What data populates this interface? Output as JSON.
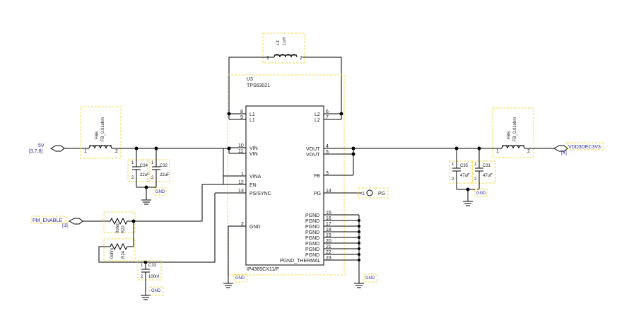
{
  "ic": {
    "refdes": "U3",
    "part": "TPS63021",
    "footprint": "IP4365CX11/P",
    "left_pins": [
      {
        "num": "8",
        "name": "L1"
      },
      {
        "num": "9",
        "name": "L1"
      },
      {
        "num": "10",
        "name": "VIN"
      },
      {
        "num": "11",
        "name": "VIN"
      },
      {
        "num": "1",
        "name": "VINA"
      },
      {
        "num": "12",
        "name": "EN"
      },
      {
        "num": "13",
        "name": "PS/SYNC"
      },
      {
        "num": "2",
        "name": "GND"
      }
    ],
    "right_pins": [
      {
        "num": "6",
        "name": "L2"
      },
      {
        "num": "7",
        "name": "L2"
      },
      {
        "num": "4",
        "name": "VOUT"
      },
      {
        "num": "5",
        "name": "VOUT"
      },
      {
        "num": "3",
        "name": "FB"
      },
      {
        "num": "14",
        "name": "PG"
      },
      {
        "num": "15",
        "name": "PGND"
      },
      {
        "num": "16",
        "name": "PGND"
      },
      {
        "num": "17",
        "name": "PGND"
      },
      {
        "num": "18",
        "name": "PGND"
      },
      {
        "num": "19",
        "name": "PGND"
      },
      {
        "num": "20",
        "name": "PGND"
      },
      {
        "num": "21",
        "name": "PGND"
      },
      {
        "num": "22",
        "name": "PGND"
      },
      {
        "num": "23",
        "name": "PGND_THERMAL"
      }
    ]
  },
  "inductor_l3": {
    "refdes": "L3",
    "value": "1uH",
    "pin1": "1",
    "pin2": "2"
  },
  "ferrite_in": {
    "refdes": "FB6",
    "value": "FB_0.01ohm",
    "pin1": "1",
    "pin2": "2"
  },
  "ferrite_out": {
    "refdes": "FB5",
    "value": "FB_0.01ohm",
    "pin1": "1",
    "pin2": "2"
  },
  "caps": {
    "c34": {
      "refdes": "C34",
      "value": "22uF"
    },
    "c32": {
      "refdes": "C32",
      "value": "22uF"
    },
    "c35": {
      "refdes": "C35",
      "value": "47uF"
    },
    "c31": {
      "refdes": "C31",
      "value": "47uF"
    },
    "c33": {
      "refdes": "C33",
      "value": "100nf"
    },
    "pin1": "1",
    "pin2": "2"
  },
  "resistors": {
    "r22": {
      "refdes": "R22",
      "value": "0ohm"
    },
    "r24": {
      "refdes": "R24",
      "value": "0ohm"
    }
  },
  "nets": {
    "vin_label": "5V",
    "vin_refs": "[3,7,8]",
    "pm_enable_label": "PM_ENABLE",
    "pm_enable_refs": "[3]",
    "vout_label": "VDD3DEC3V3",
    "vout_refs": "[4]",
    "gnd": "GND"
  },
  "testpoint": {
    "pin": "1",
    "label": "PG"
  }
}
